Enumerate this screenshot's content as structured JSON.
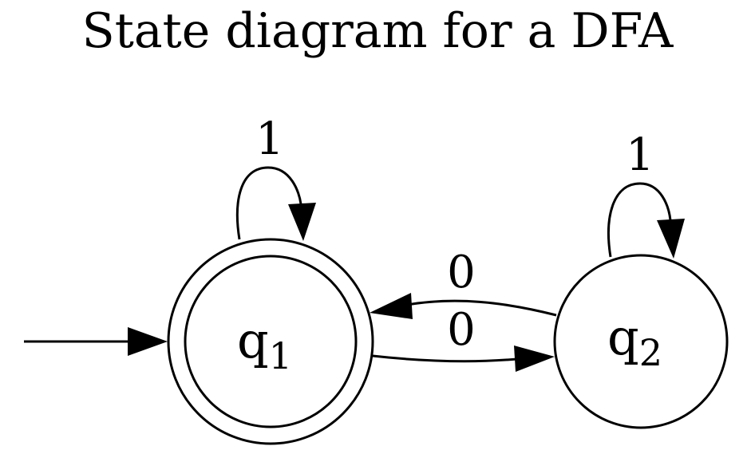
{
  "title": "State diagram for a DFA",
  "states": [
    {
      "id": "q1",
      "name": "q",
      "subscript": "1",
      "accepting": true,
      "initial": true
    },
    {
      "id": "q2",
      "name": "q",
      "subscript": "2",
      "accepting": false,
      "initial": false
    }
  ],
  "transitions": [
    {
      "from": "q1",
      "to": "q1",
      "symbol": "1"
    },
    {
      "from": "q2",
      "to": "q2",
      "symbol": "1"
    },
    {
      "from": "q2",
      "to": "q1",
      "symbol": "0"
    },
    {
      "from": "q1",
      "to": "q2",
      "symbol": "0"
    }
  ],
  "colors": {
    "stroke": "#000000",
    "background": "#ffffff"
  }
}
